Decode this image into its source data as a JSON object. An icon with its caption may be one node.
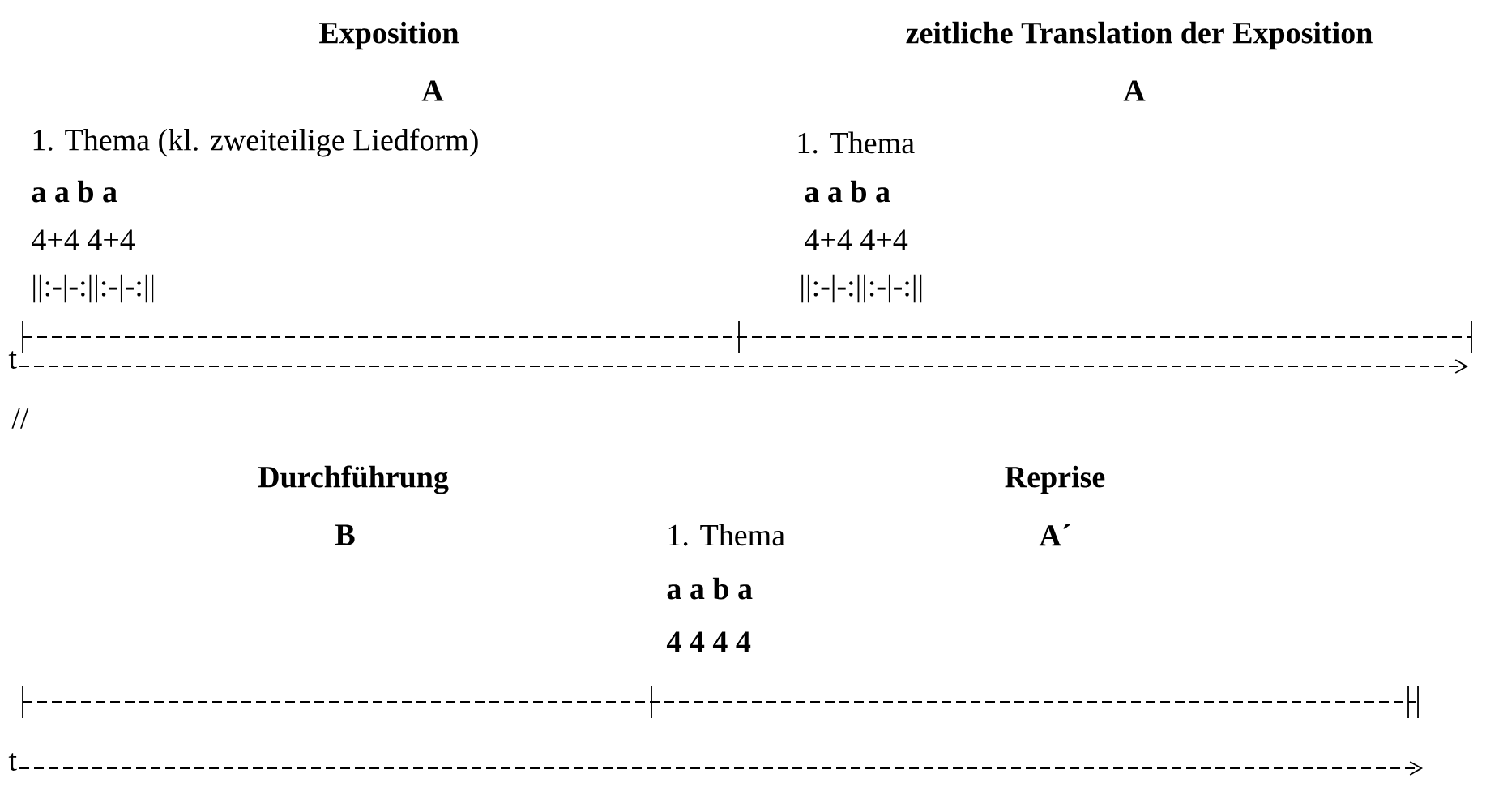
{
  "diagram": {
    "labels": [
      "Exposition",
      "zeitliche Translation der Exposition",
      "A",
      "A",
      "1. Thema (kl. zweiteilige Liedform)",
      "1. Thema",
      "a a b a",
      "a a b a",
      "4+4 4+4",
      "4+4 4+4",
      "||:-|-:||:-|-:||",
      "||:-|-:||:-|-:||",
      "t",
      "//",
      "Durchführung",
      "Reprise",
      "B",
      "1. Thema",
      "A´",
      "a a b a",
      "4 4 4 4",
      "t"
    ]
  }
}
